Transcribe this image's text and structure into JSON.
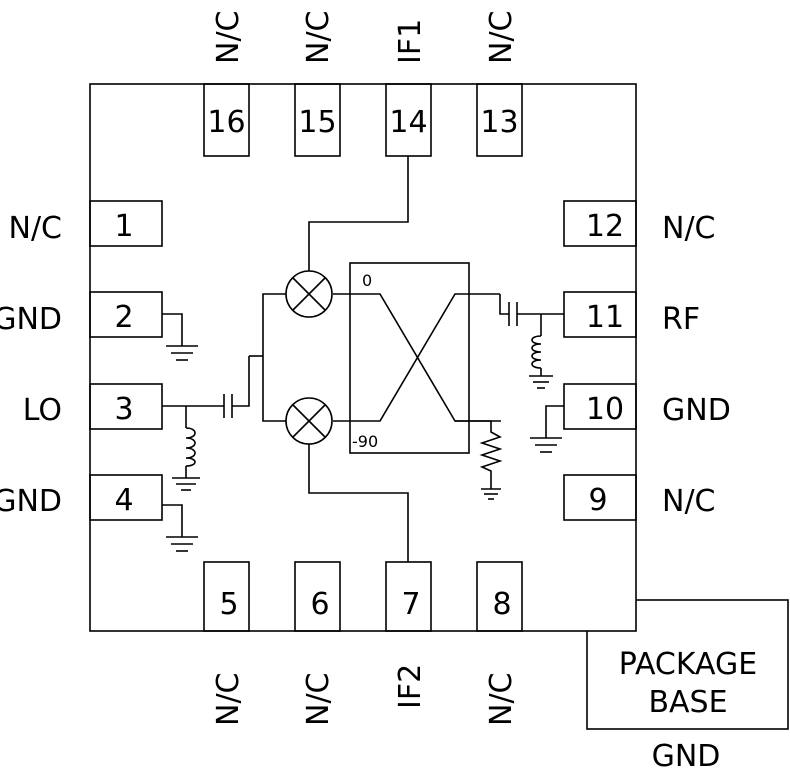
{
  "pins": {
    "p16": {
      "num": "16",
      "label": "N/C"
    },
    "p15": {
      "num": "15",
      "label": "N/C"
    },
    "p14": {
      "num": "14",
      "label": "IF1"
    },
    "p13": {
      "num": "13",
      "label": "N/C"
    },
    "p1": {
      "num": "1",
      "label": "N/C"
    },
    "p2": {
      "num": "2",
      "label": "GND"
    },
    "p3": {
      "num": "3",
      "label": "LO"
    },
    "p4": {
      "num": "4",
      "label": "GND"
    },
    "p12": {
      "num": "12",
      "label": "N/C"
    },
    "p11": {
      "num": "11",
      "label": "RF"
    },
    "p10": {
      "num": "10",
      "label": "GND"
    },
    "p9": {
      "num": "9",
      "label": "N/C"
    },
    "p5": {
      "num": "5",
      "label": "N/C"
    },
    "p6": {
      "num": "6",
      "label": "N/C"
    },
    "p7": {
      "num": "7",
      "label": "IF2"
    },
    "p8": {
      "num": "8",
      "label": "N/C"
    }
  },
  "hybrid": {
    "top_label": "0",
    "bottom_label": "-90"
  },
  "package_base": {
    "line1": "PACKAGE",
    "line2": "BASE",
    "gnd": "GND"
  }
}
